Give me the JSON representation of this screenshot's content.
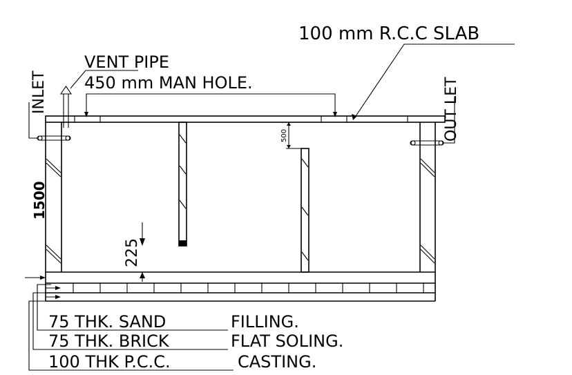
{
  "labels": {
    "slab": "100  mm  R.C.C   SLAB",
    "vent_pipe": "VENT  PIPE",
    "manhole": "450  mm    MAN  HOLE.",
    "inlet": "INLET",
    "outlet": "OUT LET",
    "dim_500": "500",
    "dim_1500": "1500",
    "dim_225": "225",
    "layer_sand_a": "75    THK.  SAND",
    "layer_sand_b": "FILLING.",
    "layer_brick_a": "75  THK.  BRICK",
    "layer_brick_b": "FLAT  SOLING.",
    "layer_pcc_a": "100  THK  P.C.C.",
    "layer_pcc_b": "CASTING."
  }
}
